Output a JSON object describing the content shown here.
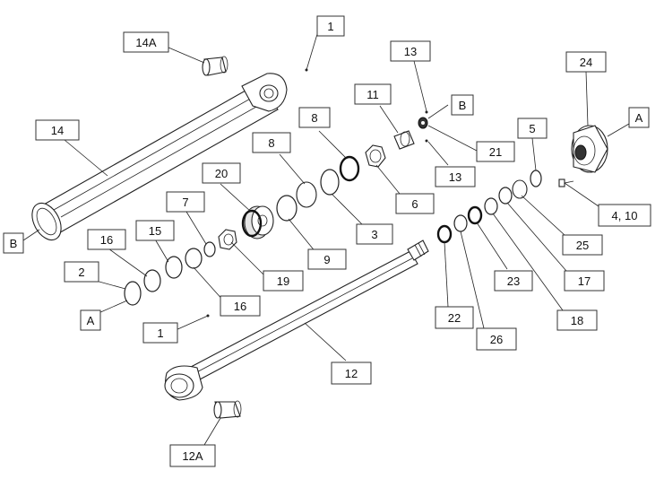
{
  "labels": {
    "l1_top": "1",
    "l1_bottom": "1",
    "l2": "2",
    "l3": "3",
    "l4_10": "4, 10",
    "l5": "5",
    "l6": "6",
    "l7": "7",
    "l8_a": "8",
    "l8_b": "8",
    "l9": "9",
    "l11": "11",
    "l12": "12",
    "l12A": "12A",
    "l13_top": "13",
    "l13_bottom": "13",
    "l14": "14",
    "l14A": "14A",
    "l15": "15",
    "l16_a": "16",
    "l16_b": "16",
    "l17": "17",
    "l18": "18",
    "l19": "19",
    "l20": "20",
    "l21": "21",
    "l22": "22",
    "l23": "23",
    "l24": "24",
    "l25": "25",
    "l26": "26",
    "lA_left": "A",
    "lA_right": "A",
    "lB_left": "B",
    "lB_right": "B"
  }
}
